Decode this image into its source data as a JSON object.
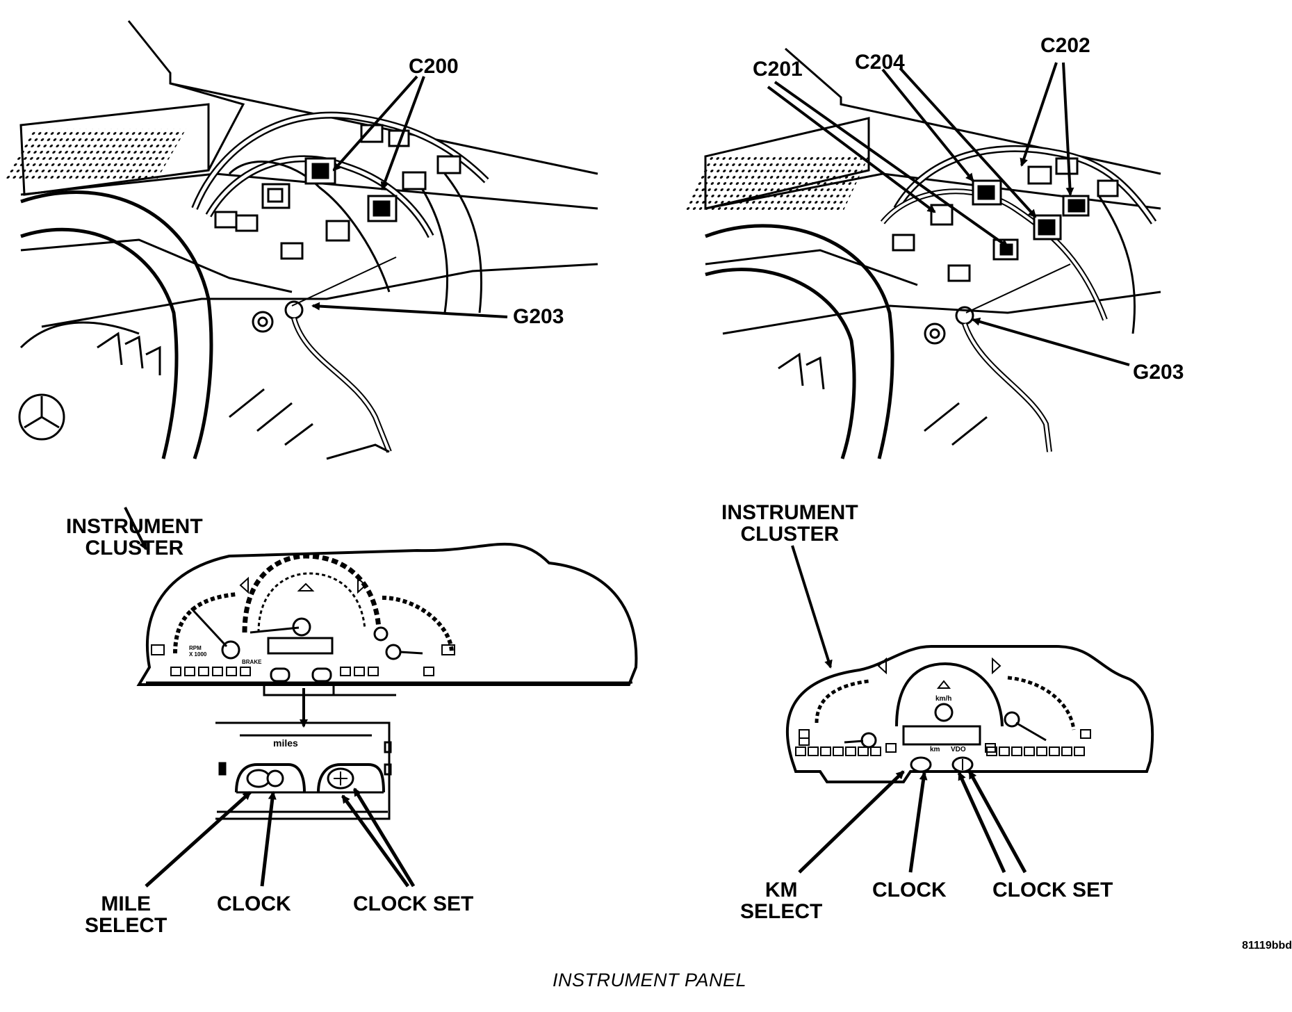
{
  "labels": {
    "c200": "C200",
    "g203_left": "G203",
    "c201": "C201",
    "c204": "C204",
    "c202": "C202",
    "g203_right": "G203",
    "instrument_cluster_left": "INSTRUMENT\nCLUSTER",
    "instrument_cluster_right": "INSTRUMENT\nCLUSTER",
    "mile_select": "MILE\nSELECT",
    "clock_left": "CLOCK",
    "clock_set_left": "CLOCK SET",
    "km_select": "KM\nSELECT",
    "clock_right": "CLOCK",
    "clock_set_right": "CLOCK SET"
  },
  "figure_id": "81119bbd",
  "caption": "INSTRUMENT PANEL",
  "gauge_text": {
    "miles": "miles",
    "km": "km",
    "vdo": "VDO",
    "kmh": "km/h",
    "brake": "BRAKE",
    "rpm": "RPM\nX 1000"
  }
}
